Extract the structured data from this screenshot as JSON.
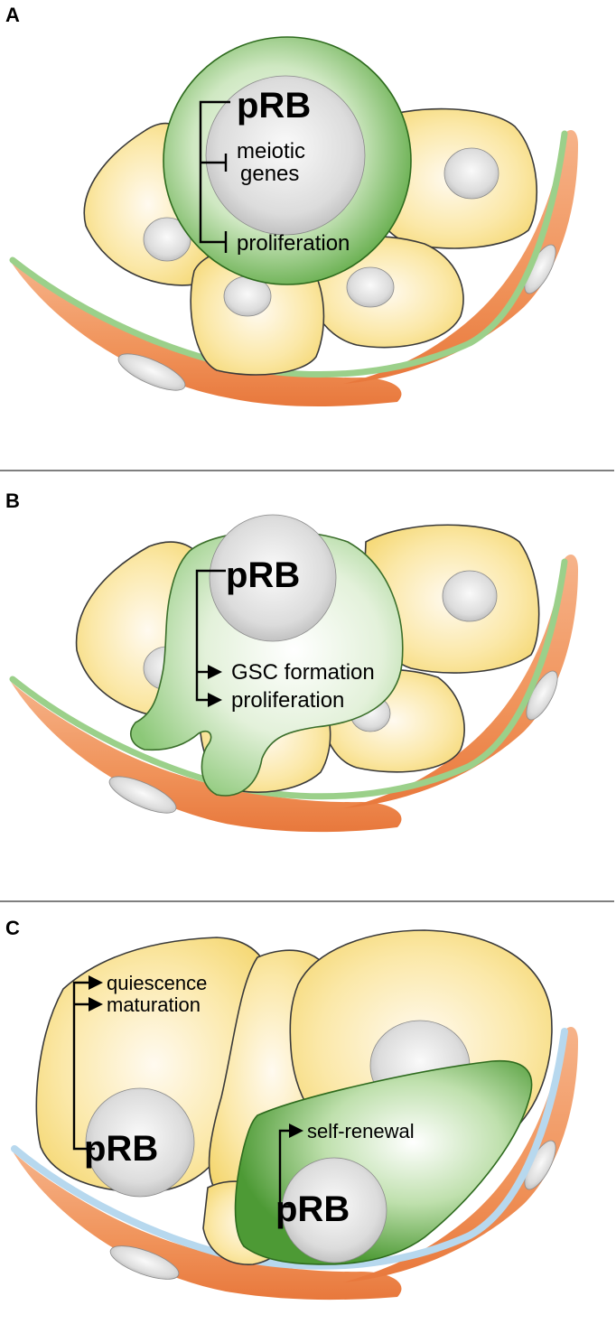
{
  "panels": {
    "a": {
      "letter": "A",
      "pRB": "pRB",
      "meiotic_line1": "meiotic",
      "meiotic_line2": "genes",
      "proliferation": "proliferation"
    },
    "b": {
      "letter": "B",
      "pRB": "pRB",
      "gsc_formation": "GSC formation",
      "proliferation": "proliferation"
    },
    "c": {
      "letter": "C",
      "quiescence": "quiescence",
      "maturation": "maturation",
      "pRB_left": "pRB",
      "self_renewal": "self-renewal",
      "pRB_right": "pRB"
    }
  },
  "colors": {
    "stem_cell_green": "#5faa45",
    "somatic_yellow": "#f7dc7a",
    "stroma_orange": "#f0935a",
    "lamina_green": "#9bd08a",
    "lamina_blue": "#b7d8ee",
    "nucleus_gray": "#d8d8d8"
  }
}
